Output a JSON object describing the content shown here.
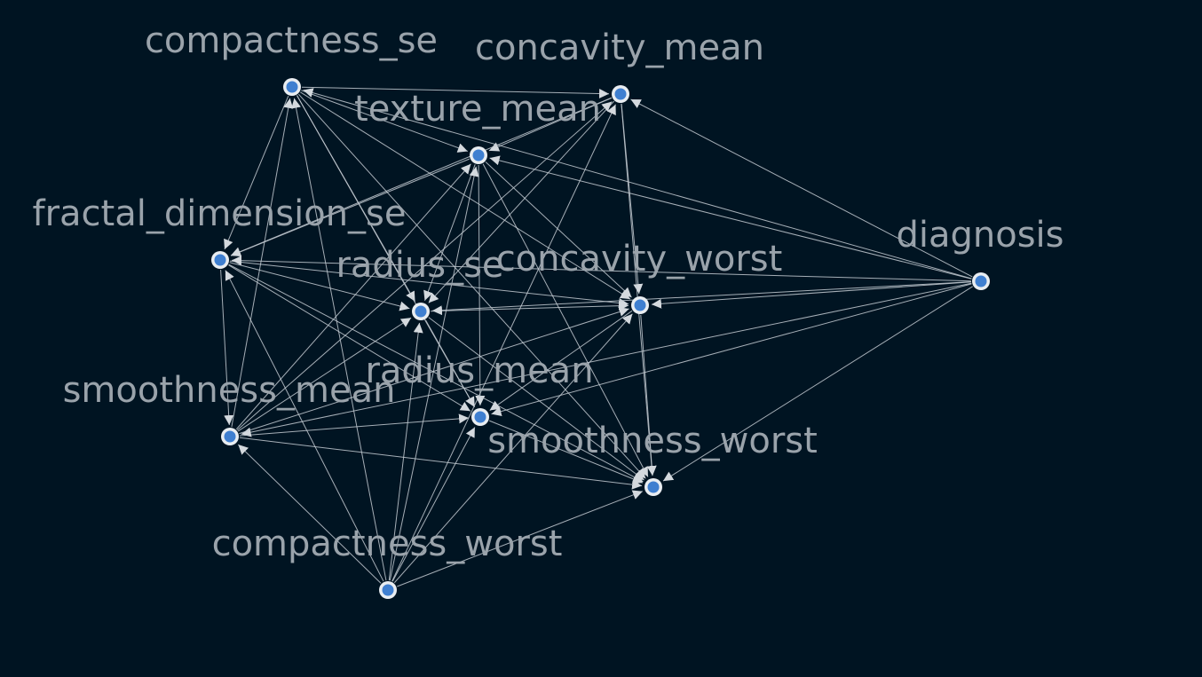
{
  "graph": {
    "nodes": [
      {
        "id": "compactness_se",
        "label": "compactness_se"
      },
      {
        "id": "concavity_mean",
        "label": "concavity_mean"
      },
      {
        "id": "texture_mean",
        "label": "texture_mean"
      },
      {
        "id": "fractal_dimension_se",
        "label": "fractal_dimension_se"
      },
      {
        "id": "radius_se",
        "label": "radius_se"
      },
      {
        "id": "concavity_worst",
        "label": "concavity_worst"
      },
      {
        "id": "diagnosis",
        "label": "diagnosis"
      },
      {
        "id": "radius_mean",
        "label": "radius_mean"
      },
      {
        "id": "smoothness_mean",
        "label": "smoothness_mean"
      },
      {
        "id": "smoothness_worst",
        "label": "smoothness_worst"
      },
      {
        "id": "compactness_worst",
        "label": "compactness_worst"
      }
    ],
    "edges": [
      [
        "compactness_se",
        "concavity_mean"
      ],
      [
        "compactness_se",
        "texture_mean"
      ],
      [
        "compactness_se",
        "fractal_dimension_se"
      ],
      [
        "compactness_se",
        "radius_se"
      ],
      [
        "compactness_se",
        "concavity_worst"
      ],
      [
        "compactness_se",
        "radius_mean"
      ],
      [
        "compactness_se",
        "smoothness_worst"
      ],
      [
        "concavity_mean",
        "texture_mean"
      ],
      [
        "concavity_mean",
        "fractal_dimension_se"
      ],
      [
        "concavity_mean",
        "radius_se"
      ],
      [
        "concavity_mean",
        "concavity_worst"
      ],
      [
        "concavity_mean",
        "smoothness_worst"
      ],
      [
        "texture_mean",
        "fractal_dimension_se"
      ],
      [
        "texture_mean",
        "radius_se"
      ],
      [
        "texture_mean",
        "concavity_worst"
      ],
      [
        "texture_mean",
        "radius_mean"
      ],
      [
        "texture_mean",
        "smoothness_worst"
      ],
      [
        "fractal_dimension_se",
        "smoothness_mean"
      ],
      [
        "fractal_dimension_se",
        "radius_se"
      ],
      [
        "fractal_dimension_se",
        "concavity_worst"
      ],
      [
        "fractal_dimension_se",
        "radius_mean"
      ],
      [
        "fractal_dimension_se",
        "smoothness_worst"
      ],
      [
        "radius_se",
        "concavity_worst"
      ],
      [
        "radius_se",
        "radius_mean"
      ],
      [
        "radius_se",
        "smoothness_worst"
      ],
      [
        "concavity_worst",
        "radius_mean"
      ],
      [
        "concavity_worst",
        "smoothness_worst"
      ],
      [
        "radius_mean",
        "smoothness_worst"
      ],
      [
        "diagnosis",
        "compactness_se"
      ],
      [
        "diagnosis",
        "concavity_mean"
      ],
      [
        "diagnosis",
        "texture_mean"
      ],
      [
        "diagnosis",
        "fractal_dimension_se"
      ],
      [
        "diagnosis",
        "radius_se"
      ],
      [
        "diagnosis",
        "concavity_worst"
      ],
      [
        "diagnosis",
        "radius_mean"
      ],
      [
        "diagnosis",
        "smoothness_mean"
      ],
      [
        "diagnosis",
        "smoothness_worst"
      ],
      [
        "smoothness_mean",
        "compactness_se"
      ],
      [
        "smoothness_mean",
        "concavity_mean"
      ],
      [
        "smoothness_mean",
        "texture_mean"
      ],
      [
        "smoothness_mean",
        "radius_se"
      ],
      [
        "smoothness_mean",
        "concavity_worst"
      ],
      [
        "smoothness_mean",
        "radius_mean"
      ],
      [
        "smoothness_mean",
        "smoothness_worst"
      ],
      [
        "compactness_worst",
        "compactness_se"
      ],
      [
        "compactness_worst",
        "concavity_mean"
      ],
      [
        "compactness_worst",
        "texture_mean"
      ],
      [
        "compactness_worst",
        "fractal_dimension_se"
      ],
      [
        "compactness_worst",
        "radius_se"
      ],
      [
        "compactness_worst",
        "concavity_worst"
      ],
      [
        "compactness_worst",
        "radius_mean"
      ],
      [
        "compactness_worst",
        "smoothness_mean"
      ],
      [
        "compactness_worst",
        "smoothness_worst"
      ]
    ]
  },
  "colors": {
    "background": "#001422",
    "edge": "#c3cad1",
    "arrow": "#d4d9de",
    "node_outer": "#e9edf1",
    "node_inner": "#3f7fd0",
    "label": "#9aa3ab"
  }
}
